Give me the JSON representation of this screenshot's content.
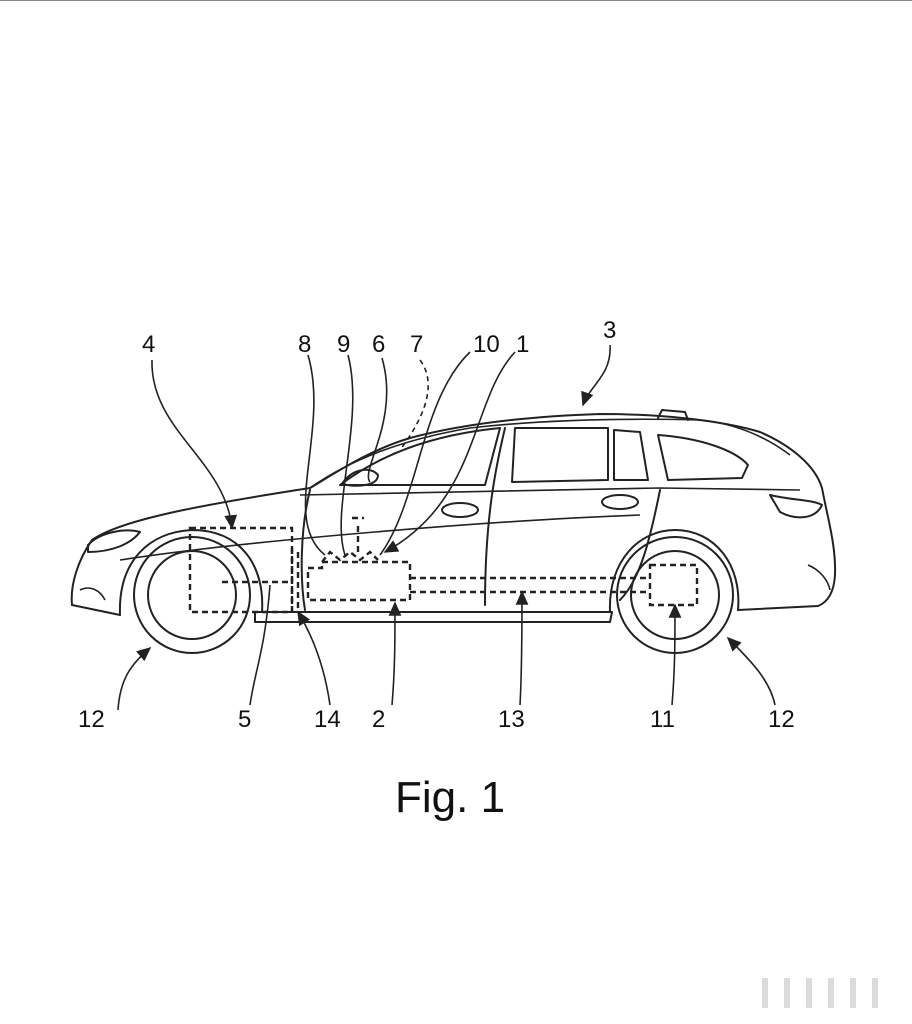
{
  "figure": {
    "caption": "Fig. 1",
    "reference_labels": {
      "l4": "4",
      "l8": "8",
      "l9": "9",
      "l6": "6",
      "l7": "7",
      "l10": "10",
      "l1": "1",
      "l3": "3",
      "l12_front": "12",
      "l5": "5",
      "l14": "14",
      "l2": "2",
      "l13": "13",
      "l11": "11",
      "l12_rear": "12"
    }
  }
}
